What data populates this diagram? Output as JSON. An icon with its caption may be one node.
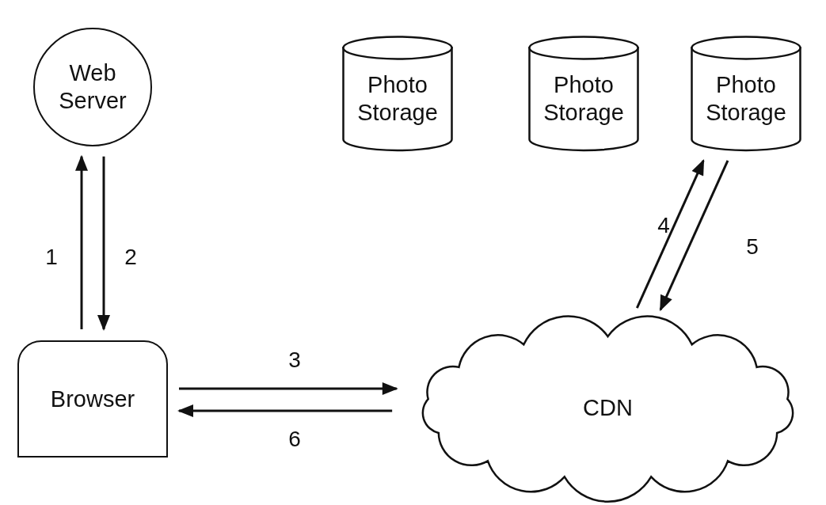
{
  "diagram": {
    "nodes": [
      {
        "text": [
          "Web Server"
        ]
      },
      {
        "text": [
          "Photo Storage"
        ]
      },
      {
        "text": [
          "Photo Storage"
        ]
      },
      {
        "text": [
          "Photo Storage"
        ]
      },
      {
        "text": [
          "Browser"
        ]
      },
      {
        "text": [
          "CDN"
        ]
      }
    ],
    "edges": [
      {
        "from": 4,
        "to": 0,
        "arrow": "to",
        "label": "1"
      },
      {
        "from": 0,
        "to": 4,
        "arrow": "to",
        "label": "2"
      },
      {
        "from": 4,
        "to": 5,
        "arrow": "to",
        "label": "3"
      },
      {
        "from": 5,
        "to": 3,
        "arrow": "to",
        "label": "4"
      },
      {
        "from": 3,
        "to": 5,
        "arrow": "to",
        "label": "5"
      },
      {
        "from": 5,
        "to": 4,
        "arrow": "to",
        "label": "6"
      }
    ]
  }
}
